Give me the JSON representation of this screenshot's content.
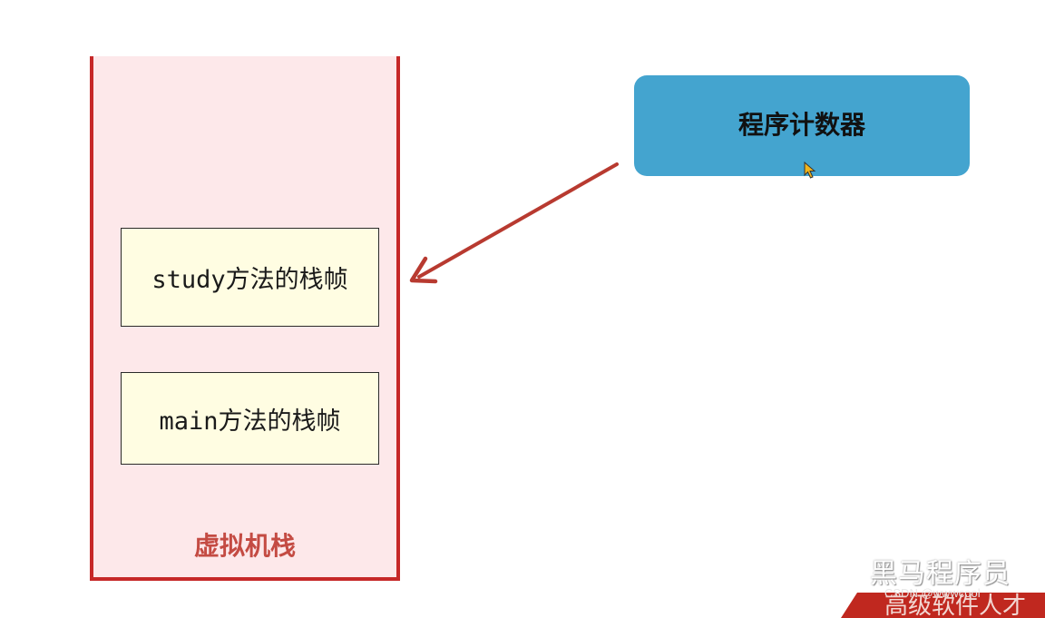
{
  "jvm_stack": {
    "label": "虚拟机栈",
    "frames": [
      {
        "label": "study方法的栈帧"
      },
      {
        "label": "main方法的栈帧"
      }
    ]
  },
  "program_counter": {
    "label": "程序计数器"
  },
  "colors": {
    "stack_border": "#c62828",
    "stack_fill": "#fde8ea",
    "frame_fill": "#fffde2",
    "pc_fill": "#44a4cf",
    "arrow": "#b83a30",
    "stack_label": "#c44b43"
  },
  "watermark": {
    "top_text": "黑马程序员",
    "bottom_text": "高级软件人才",
    "csdn_text": "CSDN @wwwcool"
  }
}
